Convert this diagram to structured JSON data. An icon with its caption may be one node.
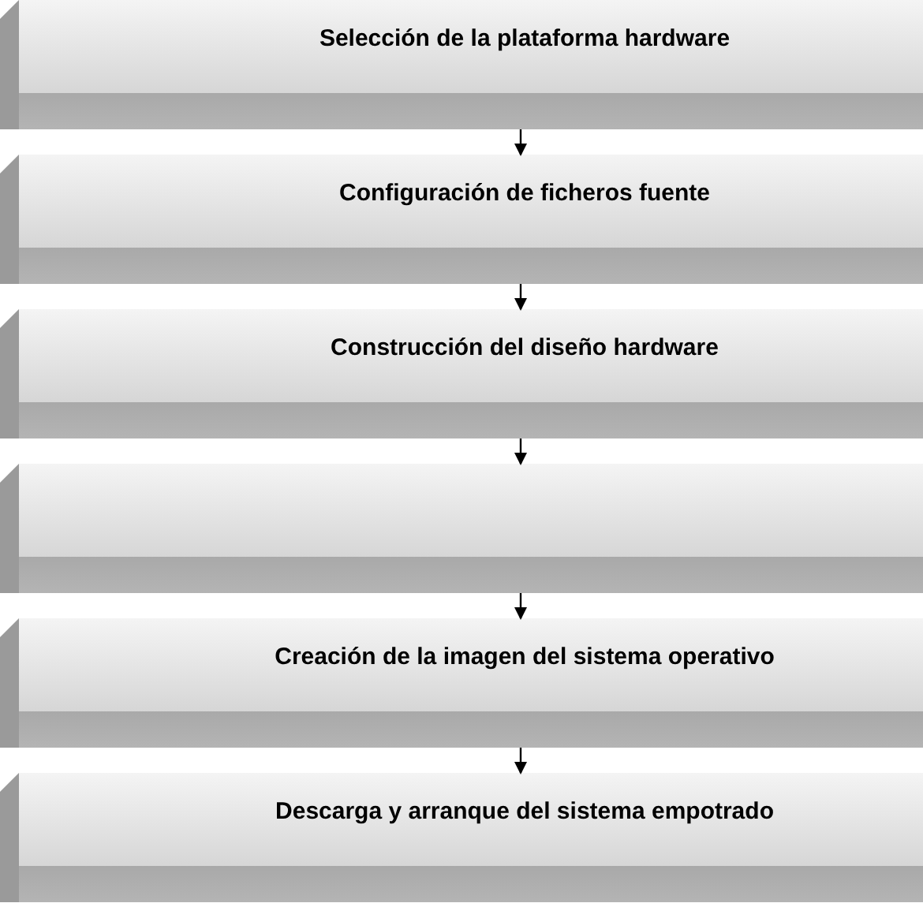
{
  "diagram": {
    "nodes": [
      {
        "text": [
          "Selección de la plataforma hardware"
        ]
      },
      {
        "text": [
          "Configuración de ficheros fuente"
        ]
      },
      {
        "text": [
          "Construcción del diseño hardware"
        ]
      },
      {
        "text": [],
        "shape": "box"
      },
      {
        "text": [
          "Creación de la imagen del sistema operativo"
        ]
      },
      {
        "text": [
          "Descarga y arranque del sistema empotrado"
        ]
      }
    ],
    "edges": [
      {
        "from": 0,
        "to": 1,
        "arrow": "to"
      },
      {
        "from": 1,
        "to": 2,
        "arrow": "to"
      },
      {
        "from": 2,
        "to": 3,
        "arrow": "to"
      },
      {
        "from": 3,
        "to": 4,
        "arrow": "to"
      },
      {
        "from": 4,
        "to": 5,
        "arrow": "to"
      }
    ]
  }
}
